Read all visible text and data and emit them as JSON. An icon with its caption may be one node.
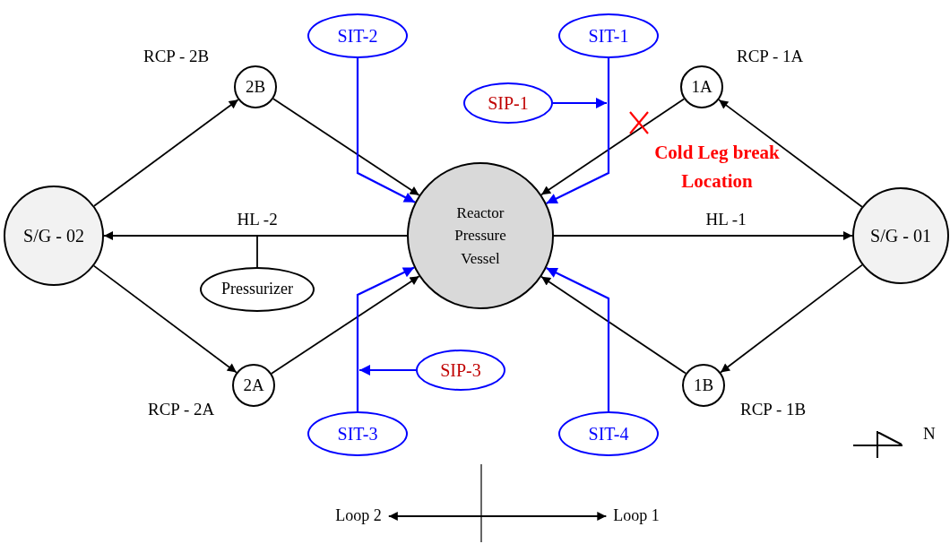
{
  "diagram": {
    "nodes": [
      {
        "text": [
          "Reactor Pressure Vessel"
        ]
      },
      {
        "text": [
          "S/G - 02"
        ]
      },
      {
        "text": [
          "S/G - 01"
        ]
      },
      {
        "text": [
          "2B"
        ],
        "beside": [
          "RCP - 2B"
        ]
      },
      {
        "text": [
          "2A"
        ],
        "beside": [
          "RCP - 2A"
        ]
      },
      {
        "text": [
          "1A"
        ],
        "beside": [
          "RCP - 1A"
        ]
      },
      {
        "text": [
          "1B"
        ],
        "beside": [
          "RCP - 1B"
        ]
      },
      {
        "text": [
          "Pressurizer"
        ]
      },
      {
        "text": [
          "SIT-2"
        ]
      },
      {
        "text": [
          "SIT-1"
        ]
      },
      {
        "text": [
          "SIP-1"
        ]
      },
      {
        "text": [
          "SIT-3"
        ]
      },
      {
        "text": [
          "SIP-3"
        ]
      },
      {
        "text": [
          "SIT-4"
        ]
      },
      {
        "text": [
          "Loop 2"
        ]
      },
      {
        "text": [
          "Loop 1"
        ]
      }
    ],
    "edges": [
      {
        "from": 0,
        "to": 1,
        "arrow": "to",
        "label": "HL -2"
      },
      {
        "from": 0,
        "to": 2,
        "arrow": "to",
        "label": "HL -1"
      },
      {
        "from": 1,
        "to": 3,
        "arrow": "to"
      },
      {
        "from": 1,
        "to": 4,
        "arrow": "to"
      },
      {
        "from": 3,
        "to": 0,
        "arrow": "to"
      },
      {
        "from": 4,
        "to": 0,
        "arrow": "to"
      },
      {
        "from": 2,
        "to": 5,
        "arrow": "to"
      },
      {
        "from": 2,
        "to": 6,
        "arrow": "to"
      },
      {
        "from": 5,
        "to": 0,
        "arrow": "to"
      },
      {
        "from": 6,
        "to": 0,
        "arrow": "to"
      },
      {
        "from": 7,
        "to": null,
        "arrow": "none"
      },
      {
        "from": 8,
        "to": 0,
        "arrow": "to",
        "color": "#0000ff"
      },
      {
        "from": 9,
        "to": 0,
        "arrow": "to",
        "color": "#0000ff"
      },
      {
        "from": 10,
        "to": null,
        "arrow": "to",
        "color": "#0000ff"
      },
      {
        "from": 11,
        "to": 0,
        "arrow": "to",
        "color": "#0000ff"
      },
      {
        "from": 12,
        "to": null,
        "arrow": "to",
        "color": "#0000ff"
      },
      {
        "from": 13,
        "to": 0,
        "arrow": "to",
        "color": "#0000ff"
      },
      {
        "from": 14,
        "to": 15,
        "arrow": "both"
      }
    ],
    "labels": [
      "Cold Leg break Location",
      "N"
    ]
  }
}
